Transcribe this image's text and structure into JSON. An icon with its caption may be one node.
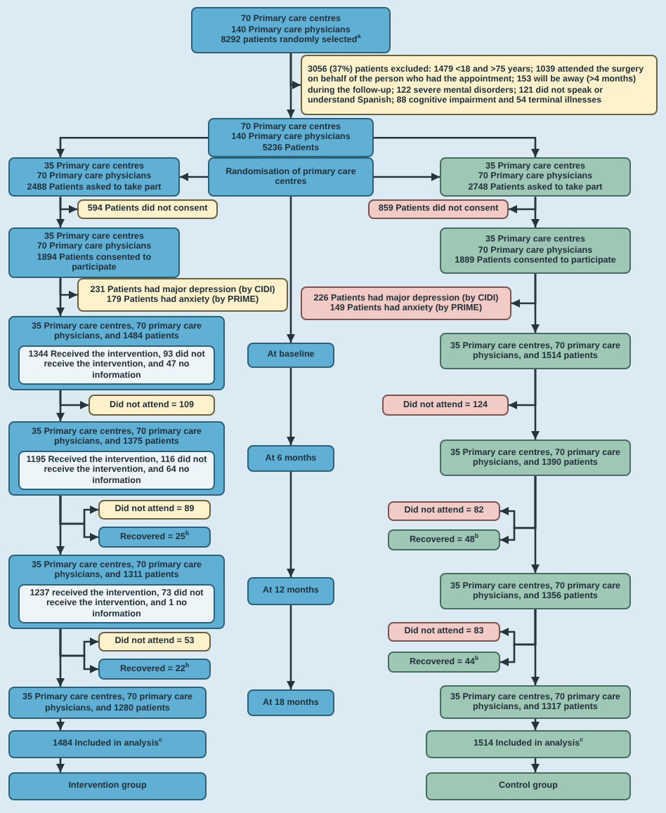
{
  "diagram": {
    "nodes": [
      {
        "text": [
          "70 Primary care centres",
          "140 Primary care physicians",
          "8292 patients randomly selected$^{a}$"
        ]
      },
      {
        "text": [
          "3056 (37%) patients excluded: 1479 <18 and >75 years; 1039 attended the surgery on behalf of the person who had the appointment; 153 will be away (>4 months) during the follow-up; 122 severe mental disorders; 121 did not speak or understand Spanish; 88 cognitive impairment and 54 terminal illnesses"
        ]
      },
      {
        "text": [
          "70 Primary care centres",
          "140 Primary care physicians",
          "5236 Patients"
        ]
      },
      {
        "text": [
          "35 Primary care centres",
          "70 Primary care physicians",
          "2488 Patients asked to take part"
        ]
      },
      {
        "text": [
          "Randomisation of primary care centres"
        ]
      },
      {
        "text": [
          "35 Primary care centres",
          "70 Primary care physicians",
          "2748 Patients asked to take part"
        ]
      },
      {
        "text": [
          "594 Patients did not consent"
        ]
      },
      {
        "text": [
          "859 Patients did not consent"
        ]
      },
      {
        "text": [
          "35 Primary care centres",
          "70 Primary care physicians",
          "1894 Patients consented to participate"
        ]
      },
      {
        "text": [
          "35 Primary care centres",
          "70 Primary care physicians",
          "1889 Patients consented to participate"
        ]
      },
      {
        "text": [
          "231 Patients had major depression (by CIDI)",
          "179 Patients had anxiety (by PRIME)"
        ]
      },
      {
        "text": [
          "226 Patients had major depression (by CIDI)",
          "149 Patients had anxiety (by PRIME)"
        ]
      },
      {
        "text": [
          "35 Primary care centres, 70 primary care physicians, and 1484 patients"
        ]
      },
      {
        "text": [
          "1344 Received the intervention, 93 did not receive the intervention, and 47 no information"
        ],
        "in": 12
      },
      {
        "text": [
          "At baseline"
        ]
      },
      {
        "text": [
          "35 Primary care centres, 70 primary care physicians, and 1514 patients"
        ]
      },
      {
        "text": [
          "Did not attend = 109"
        ]
      },
      {
        "text": [
          "Did not attend = 124"
        ]
      },
      {
        "text": [
          "35 Primary care centres, 70 primary care physicians, and 1375 patients"
        ]
      },
      {
        "text": [
          "1195 Received the intervention, 116 did not receive the intervention, and 64 no information"
        ],
        "in": 18
      },
      {
        "text": [
          "At 6 months"
        ]
      },
      {
        "text": [
          "35 Primary care centres, 70 primary care physicians, and 1390 patients"
        ]
      },
      {
        "text": [
          "Did not attend = 89"
        ]
      },
      {
        "text": [
          "Recovered = 25$^{b}$"
        ]
      },
      {
        "text": [
          "Did not attend = 82"
        ]
      },
      {
        "text": [
          "Recovered = 48$^{b}$"
        ]
      },
      {
        "text": [
          "35 Primary care centres, 70 primary care physicians, and 1311 patients"
        ]
      },
      {
        "text": [
          "1237 received the intervention, 73 did not receive the intervention, and 1 no information"
        ],
        "in": 26
      },
      {
        "text": [
          "At 12 months"
        ]
      },
      {
        "text": [
          "35 Primary care centres, 70 primary care physicians, and 1356 patients"
        ]
      },
      {
        "text": [
          "Did not attend = 53"
        ]
      },
      {
        "text": [
          "Recovered = 22$^{b}$"
        ]
      },
      {
        "text": [
          "Did not attend = 83"
        ]
      },
      {
        "text": [
          "Recovered = 44$^{b}$"
        ]
      },
      {
        "text": [
          "35 Primary care centres, 70 primary care physicians, and 1280 patients"
        ]
      },
      {
        "text": [
          "At 18 months"
        ]
      },
      {
        "text": [
          "35 Primary care centres, 70 primary care physicians, and 1317 patients"
        ]
      },
      {
        "text": [
          "1484 Included in analysis$^{c}$"
        ]
      },
      {
        "text": [
          "1514 Included in analysis$^{c}$"
        ]
      },
      {
        "text": [
          "Intervention group"
        ]
      },
      {
        "text": [
          "Control group"
        ]
      }
    ],
    "edges": [
      {
        "from": 0,
        "to": 2,
        "arrow": "to"
      },
      {
        "from": 0,
        "to": 1,
        "arrow": "to"
      },
      {
        "from": 2,
        "to": 3,
        "arrow": "to"
      },
      {
        "from": 2,
        "to": 5,
        "arrow": "to"
      },
      {
        "from": 4,
        "to": 3,
        "arrow": "to"
      },
      {
        "from": 4,
        "to": 5,
        "arrow": "to"
      },
      {
        "from": 3,
        "to": 8,
        "arrow": "to"
      },
      {
        "from": 3,
        "to": 6,
        "arrow": "to"
      },
      {
        "from": 5,
        "to": 9,
        "arrow": "to"
      },
      {
        "from": 5,
        "to": 7,
        "arrow": "to"
      },
      {
        "from": 8,
        "to": 12,
        "arrow": "to"
      },
      {
        "from": 8,
        "to": 10,
        "arrow": "to"
      },
      {
        "from": 9,
        "to": 15,
        "arrow": "to"
      },
      {
        "from": 9,
        "to": 11,
        "arrow": "to"
      },
      {
        "from": 12,
        "to": 18,
        "arrow": "to"
      },
      {
        "from": 12,
        "to": 16,
        "arrow": "to"
      },
      {
        "from": 15,
        "to": 21,
        "arrow": "to"
      },
      {
        "from": 15,
        "to": 17,
        "arrow": "to"
      },
      {
        "from": 18,
        "to": 26,
        "arrow": "to"
      },
      {
        "from": 18,
        "to": 22,
        "arrow": "to"
      },
      {
        "from": 18,
        "to": 23,
        "arrow": "to"
      },
      {
        "from": 21,
        "to": 29,
        "arrow": "to"
      },
      {
        "from": 21,
        "to": 24,
        "arrow": "to"
      },
      {
        "from": 21,
        "to": 25,
        "arrow": "to"
      },
      {
        "from": 26,
        "to": 34,
        "arrow": "to"
      },
      {
        "from": 26,
        "to": 30,
        "arrow": "to"
      },
      {
        "from": 26,
        "to": 31,
        "arrow": "to"
      },
      {
        "from": 29,
        "to": 36,
        "arrow": "to"
      },
      {
        "from": 29,
        "to": 32,
        "arrow": "to"
      },
      {
        "from": 29,
        "to": 33,
        "arrow": "to"
      },
      {
        "from": 34,
        "to": 37,
        "arrow": "to"
      },
      {
        "from": 37,
        "to": 39,
        "arrow": "to"
      },
      {
        "from": 36,
        "to": 38,
        "arrow": "to"
      },
      {
        "from": 38,
        "to": 40,
        "arrow": "to"
      },
      {
        "from": 4,
        "to": 14,
        "arrow": "to"
      },
      {
        "from": 14,
        "to": 20,
        "arrow": "to"
      },
      {
        "from": 20,
        "to": 28,
        "arrow": "to"
      },
      {
        "from": 28,
        "to": 35,
        "arrow": "to"
      }
    ]
  }
}
